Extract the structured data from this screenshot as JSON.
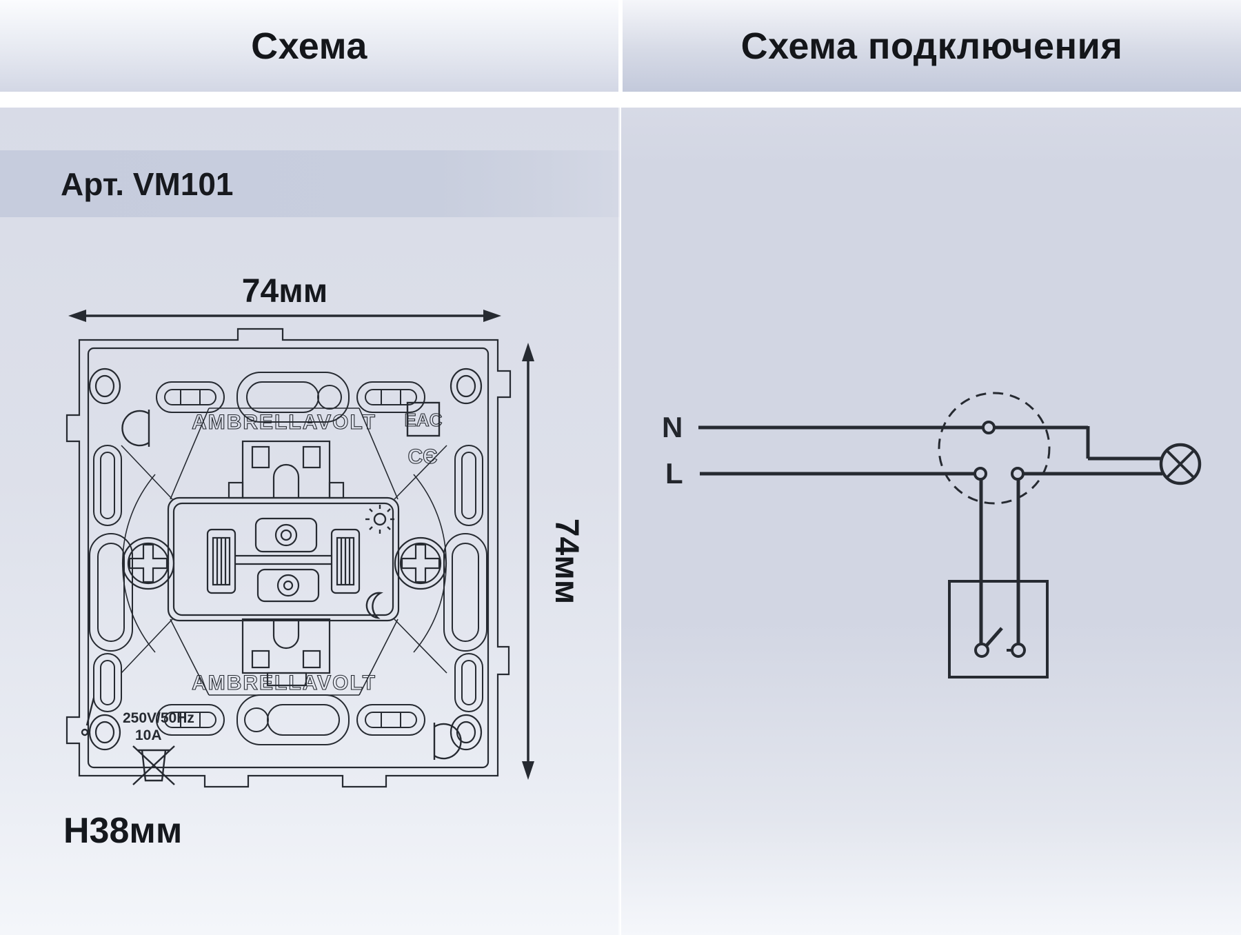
{
  "header": {
    "left_title": "Схема",
    "right_title": "Схема подключения"
  },
  "article": {
    "label": "Арт. VM101"
  },
  "drawing": {
    "width_label": "74мм",
    "height_label": "74мм",
    "depth_label": "H38мм",
    "brand_top": "AMBRELLAVOLT",
    "brand_bottom": "AMBRELLAVOLT",
    "eac_mark": "EAC",
    "ce_mark": "CЄ",
    "rating_voltage": "250V/50Hz",
    "rating_current": "10A"
  },
  "wiring": {
    "neutral_label": "N",
    "line_label": "L"
  },
  "colors": {
    "line": "#262a31",
    "panel_left_top": "#d8dbe7",
    "panel_right": "#d2d6e3",
    "article_band": "#c6ccdd",
    "header_gradient_bottom": "#c3c9db",
    "text": "#14161a"
  }
}
